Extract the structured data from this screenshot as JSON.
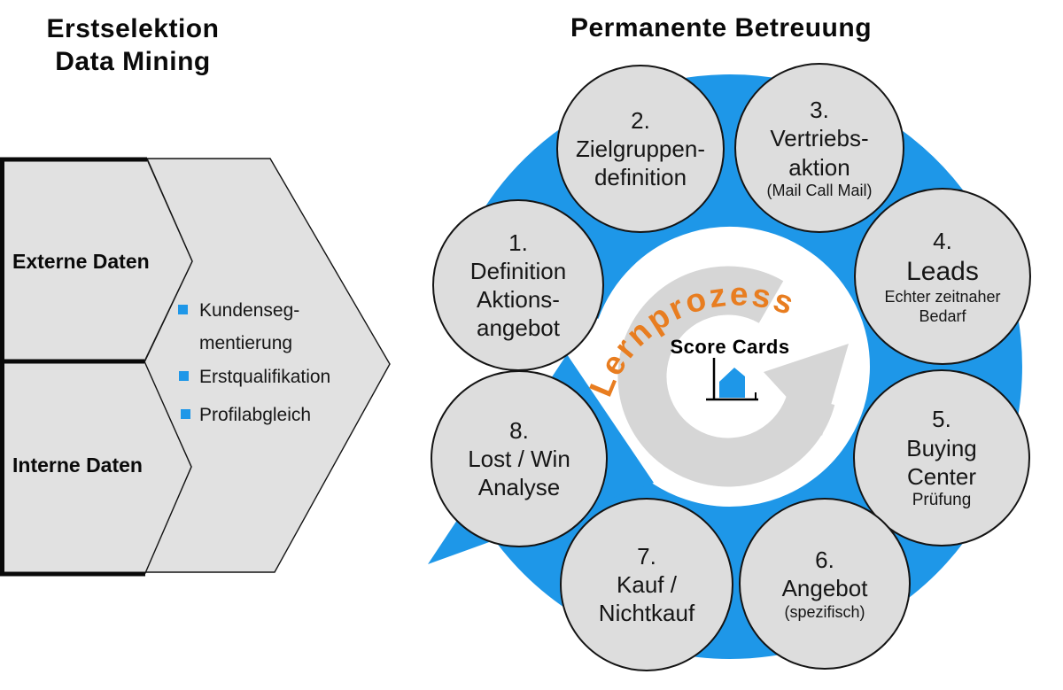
{
  "left_panel": {
    "title": {
      "line1": "Erstselektion",
      "line2": "Data Mining"
    },
    "segments": [
      {
        "label": "Externe Daten"
      },
      {
        "label": "Interne Daten"
      }
    ],
    "bullet_items": [
      {
        "line1": "Kundenseg-",
        "line2": "mentierung"
      },
      {
        "line1": "Erstqualifikation"
      },
      {
        "line1": "Profilabgleich"
      }
    ]
  },
  "right_panel": {
    "title": "Permanente Betreuung",
    "center": {
      "arc_label": "Lernprozess",
      "score_label": "Score Cards",
      "icon": "score-chart-icon"
    },
    "steps": [
      {
        "number": "1.",
        "line1": "Definition",
        "line2": "Aktions-",
        "line3": "angebot"
      },
      {
        "number": "2.",
        "line1": "Zielgruppen-",
        "line2": "definition"
      },
      {
        "number": "3.",
        "line1": "Vertriebs-",
        "line2": "aktion",
        "sub": "(Mail Call Mail)"
      },
      {
        "number": "4.",
        "line1": "Leads",
        "sub": "Echter zeitnaher",
        "sub2": "Bedarf"
      },
      {
        "number": "5.",
        "line1": "Buying",
        "line2": "Center",
        "sub": "Prüfung"
      },
      {
        "number": "6.",
        "line1": "Angebot",
        "sub": "(spezifisch)"
      },
      {
        "number": "7.",
        "line1": "Kauf /",
        "line2": "Nichtkauf"
      },
      {
        "number": "8.",
        "line1": "Lost / Win",
        "line2": "Analyse"
      }
    ]
  },
  "colors": {
    "accent_blue": "#1E97E8",
    "circle_fill": "#DDDDDD",
    "left_shape_fill": "#E1E1E1",
    "swirl_gray": "#D6D6D6",
    "arc_text_orange": "#E87D20",
    "outline_black": "#141414"
  }
}
